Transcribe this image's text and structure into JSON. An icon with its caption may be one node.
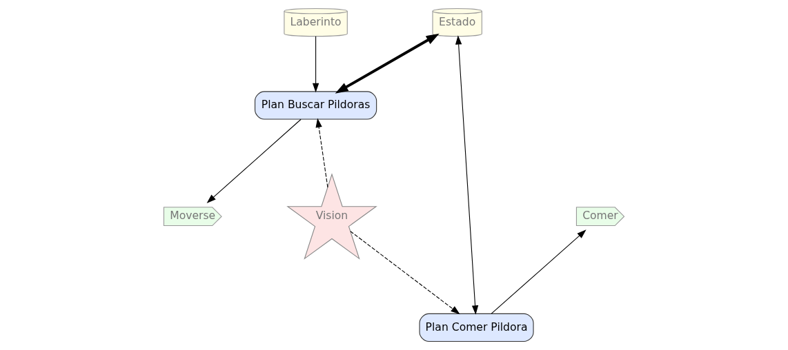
{
  "diagram": {
    "nodes": [
      {
        "text": [
          "Laberinto"
        ]
      },
      {
        "text": [
          "Estado"
        ]
      },
      {
        "text": [
          "Plan Comer Pildora"
        ]
      },
      {
        "text": [
          "Plan Buscar Pildoras"
        ]
      },
      {
        "text": [
          "Vision"
        ]
      },
      {
        "text": [
          "Comer"
        ]
      },
      {
        "text": [
          "Moverse"
        ]
      }
    ],
    "edges": [
      {
        "from": 0,
        "to": 3,
        "arrow": "to"
      },
      {
        "from": 1,
        "to": 3,
        "arrow": "both",
        "style": "thick"
      },
      {
        "from": 1,
        "to": 2,
        "arrow": "both"
      },
      {
        "from": 4,
        "to": 3,
        "arrow": "to",
        "style": "dashed"
      },
      {
        "from": 4,
        "to": 2,
        "arrow": "to",
        "style": "dashed"
      },
      {
        "from": 3,
        "to": 6,
        "arrow": "to"
      },
      {
        "from": 2,
        "to": 5,
        "arrow": "to"
      }
    ]
  }
}
